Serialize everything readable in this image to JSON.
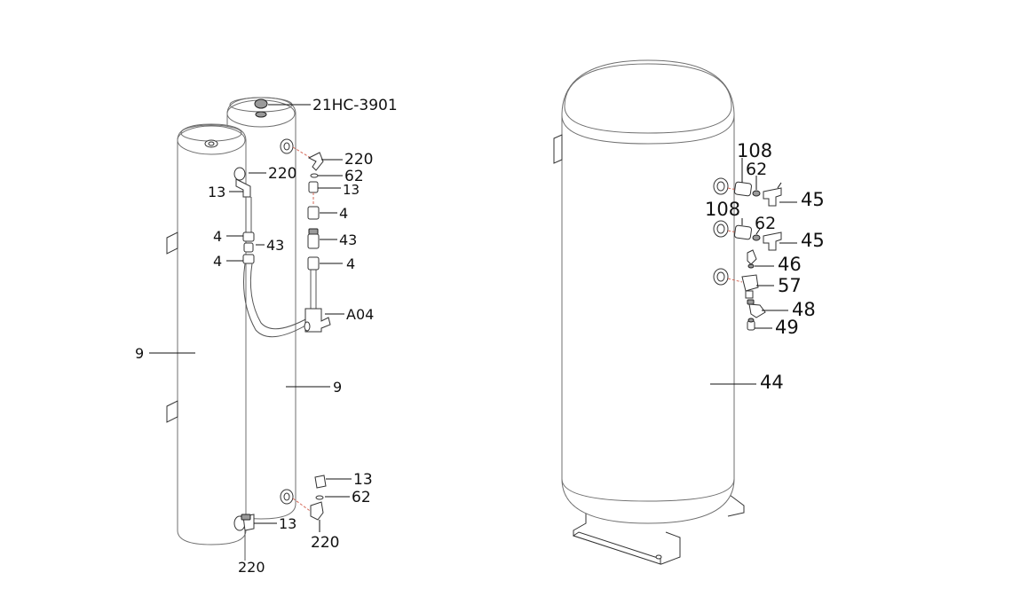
{
  "left_assembly": {
    "callouts": [
      {
        "id": "c-21hc",
        "text": "21HC-3901"
      },
      {
        "id": "c-220-a",
        "text": "220"
      },
      {
        "id": "c-220-b",
        "text": "220"
      },
      {
        "id": "c-62-a",
        "text": "62"
      },
      {
        "id": "c-13-a",
        "text": "13"
      },
      {
        "id": "c-13-b",
        "text": "13"
      },
      {
        "id": "c-4-a",
        "text": "4"
      },
      {
        "id": "c-4-b",
        "text": "4"
      },
      {
        "id": "c-4-c",
        "text": "4"
      },
      {
        "id": "c-4-d",
        "text": "4"
      },
      {
        "id": "c-43-a",
        "text": "43"
      },
      {
        "id": "c-43-b",
        "text": "43"
      },
      {
        "id": "c-a04",
        "text": "A04"
      },
      {
        "id": "c-9-a",
        "text": "9"
      },
      {
        "id": "c-9-b",
        "text": "9"
      },
      {
        "id": "c-13-c",
        "text": "13"
      },
      {
        "id": "c-62-b",
        "text": "62"
      },
      {
        "id": "c-220-c",
        "text": "220"
      },
      {
        "id": "c-13-d",
        "text": "13"
      },
      {
        "id": "c-220-d",
        "text": "220"
      }
    ]
  },
  "right_assembly": {
    "callouts": [
      {
        "id": "c-108-a",
        "text": "108"
      },
      {
        "id": "c-62-c",
        "text": "62"
      },
      {
        "id": "c-45-a",
        "text": "45"
      },
      {
        "id": "c-108-b",
        "text": "108"
      },
      {
        "id": "c-62-d",
        "text": "62"
      },
      {
        "id": "c-45-b",
        "text": "45"
      },
      {
        "id": "c-46",
        "text": "46"
      },
      {
        "id": "c-57",
        "text": "57"
      },
      {
        "id": "c-48",
        "text": "48"
      },
      {
        "id": "c-49",
        "text": "49"
      },
      {
        "id": "c-44",
        "text": "44"
      }
    ]
  },
  "colors": {
    "line": "#111111",
    "tank_outline": "#6f6f6f",
    "dash_accent": "#d66a5a"
  }
}
